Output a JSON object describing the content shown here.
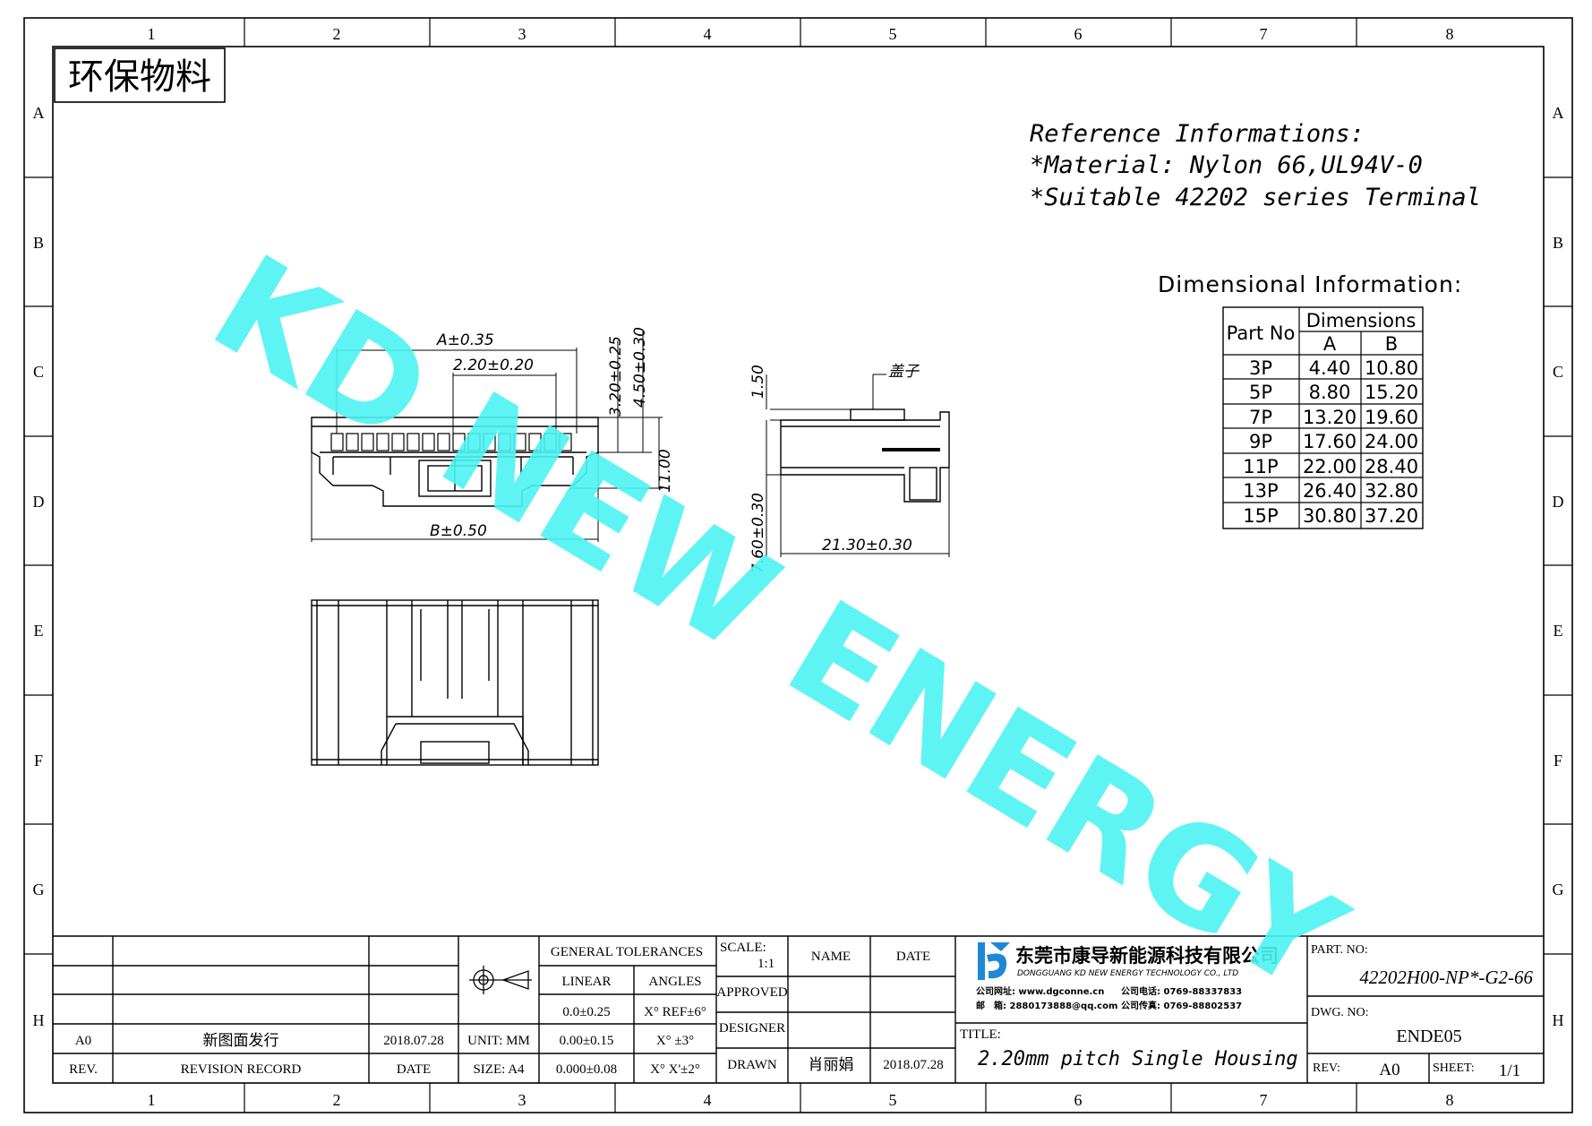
{
  "stamp": "环保物料",
  "reference": {
    "line1": "Reference Informations:",
    "line2": "*Material: Nylon 66,UL94V-0",
    "line3": "*Suitable 42202 series Terminal"
  },
  "dimensional_title": "Dimensional Information:",
  "dim_table": {
    "col_part": "Part No",
    "col_dims": "Dimensions",
    "col_a": "A",
    "col_b": "B",
    "rows": [
      {
        "part": "3P",
        "a": "4.40",
        "b": "10.80"
      },
      {
        "part": "5P",
        "a": "8.80",
        "b": "15.20"
      },
      {
        "part": "7P",
        "a": "13.20",
        "b": "19.60"
      },
      {
        "part": "9P",
        "a": "17.60",
        "b": "24.00"
      },
      {
        "part": "11P",
        "a": "22.00",
        "b": "28.40"
      },
      {
        "part": "13P",
        "a": "26.40",
        "b": "32.80"
      },
      {
        "part": "15P",
        "a": "30.80",
        "b": "37.20"
      }
    ]
  },
  "watermark": "KD NEW ENERGY",
  "dims": {
    "a": "A±0.35",
    "pitch": "2.20±0.20",
    "h1": "3.20±0.25",
    "h2": "4.50±0.30",
    "h3": "11.00",
    "b": "B±0.50",
    "top": "1.50",
    "side_h": "7.60±0.30",
    "side_w": "21.30±0.30",
    "cover": "盖子"
  },
  "grid": {
    "cols": [
      "1",
      "2",
      "3",
      "4",
      "5",
      "6",
      "7",
      "8"
    ],
    "rows": [
      "A",
      "B",
      "C",
      "D",
      "E",
      "F",
      "G",
      "H"
    ]
  },
  "title_block": {
    "general_tolerances": "GENERAL TOLERANCES",
    "linear": "LINEAR",
    "angles": "ANGLES",
    "tol_linear_1": "0.0±0.25",
    "tol_angle_1": "X° REF±6°",
    "tol_linear_2": "0.00±0.15",
    "tol_angle_2": "X° ±3°",
    "tol_linear_3": "0.000±0.08",
    "tol_angle_3": "X° X'±2°",
    "unit": "UNIT: MM",
    "size": "SIZE: A4",
    "scale_label": "SCALE:",
    "scale_value": "1:1",
    "name": "NAME",
    "date": "DATE",
    "approved": "APPROVED",
    "designer": "DESIGNER",
    "drawn": "DRAWN",
    "drawn_name": "肖丽娟",
    "drawn_date": "2018.07.28",
    "rev_code": "A0",
    "rev_desc": "新图面发行",
    "rev_date": "2018.07.28",
    "rev_label": "REV.",
    "revision_record": "REVISION RECORD",
    "date_label": "DATE",
    "company_cn": "东莞市康导新能源科技有限公司",
    "company_en": "DONGGUANG KD NEW ENERGY TECHNOLOGY CO., LTD",
    "company_web": "公司网址: www.dgconne.cn",
    "company_tel": "公司电话: 0769-88337833",
    "company_mail": "邮　箱: 2880173888@qq.com",
    "company_fax": "公司传真: 0769-88802537",
    "title_label": "TITLE:",
    "title_value": "2.20mm pitch Single Housing",
    "part_no_label": "PART. NO:",
    "part_no_value": "42202H00-NP*-G2-66",
    "dwg_no_label": "DWG. NO:",
    "dwg_no_value": "ENDE05",
    "rev_label2": "REV:",
    "rev_value": "A0",
    "sheet_label": "SHEET:",
    "sheet_value": "1/1"
  },
  "colors": {
    "line": "#000000",
    "watermark": "#4df3f3",
    "logo": "#1e88d6"
  }
}
